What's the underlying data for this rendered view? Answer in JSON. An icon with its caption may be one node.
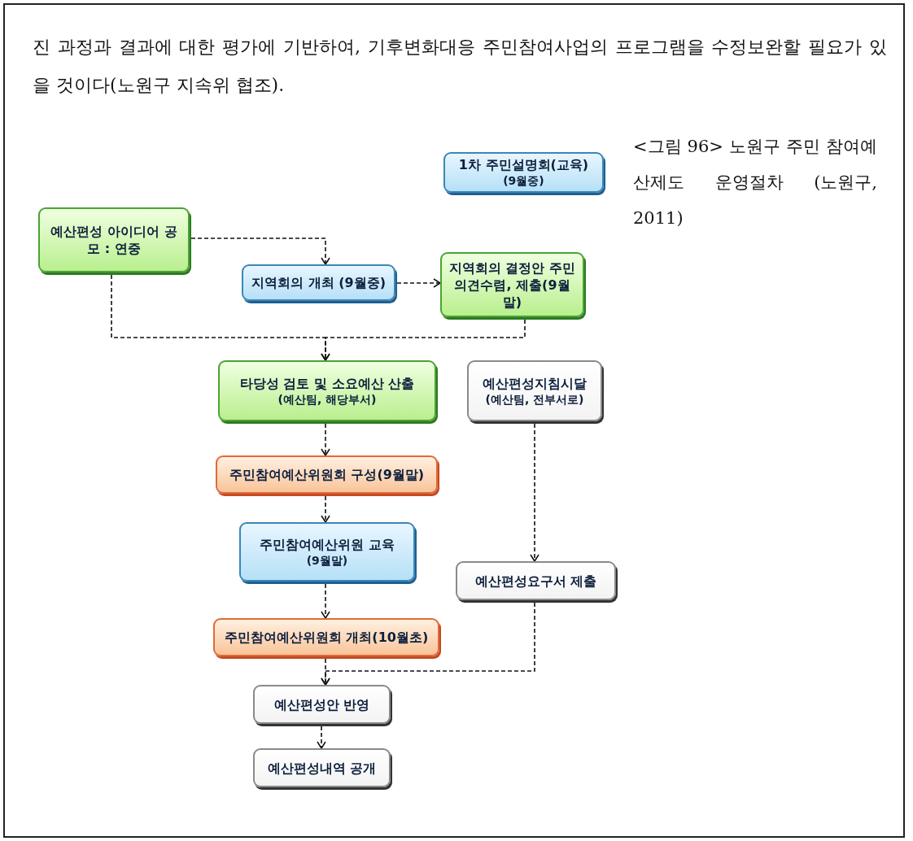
{
  "diagram": {
    "caption": "<그림 96> 노원구 주민 참여예산제도 운영절차 (노원구, 2011)",
    "nodes": [
      {
        "text": [
          "1차 주민설명회(교육)",
          "(9월중)"
        ]
      },
      {
        "text": [
          "예산편성 아이디어 공모 : 연중"
        ]
      },
      {
        "text": [
          "지역회의 개최 (9월중)"
        ]
      },
      {
        "text": [
          "지역회의 결정안 주민 의견수렴, 제출(9월말)"
        ]
      },
      {
        "text": [
          "타당성 검토 및 소요예산 산출",
          "(예산팀, 해당부서)"
        ]
      },
      {
        "text": [
          "예산편성지침시달",
          "(예산팀, 전부서로)"
        ]
      },
      {
        "text": [
          "주민참여예산위원회 구성(9월말)"
        ]
      },
      {
        "text": [
          "주민참여예산위원 교육",
          "(9월말)"
        ]
      },
      {
        "text": [
          "예산편성요구서 제출"
        ]
      },
      {
        "text": [
          "주민참여예산위원회 개최(10월초)"
        ]
      },
      {
        "text": [
          "예산편성안 반영"
        ]
      },
      {
        "text": [
          "예산편성내역 공개"
        ]
      }
    ],
    "edges": [
      {
        "from": 1,
        "to": 2,
        "arrow": "to",
        "style": "dashed"
      },
      {
        "from": 2,
        "to": 3,
        "arrow": "to",
        "style": "dashed"
      },
      {
        "from": 1,
        "to": 4,
        "arrow": "to",
        "style": "dashed"
      },
      {
        "from": 3,
        "to": 4,
        "arrow": "to",
        "style": "dashed"
      },
      {
        "from": 4,
        "to": 6,
        "arrow": "to",
        "style": "dashed"
      },
      {
        "from": 6,
        "to": 7,
        "arrow": "to",
        "style": "dashed"
      },
      {
        "from": 7,
        "to": 9,
        "arrow": "to",
        "style": "dashed"
      },
      {
        "from": 9,
        "to": 10,
        "arrow": "to",
        "style": "dashed"
      },
      {
        "from": 5,
        "to": 8,
        "arrow": "to",
        "style": "dashed"
      },
      {
        "from": 8,
        "to": 10,
        "arrow": "to",
        "style": "dashed"
      },
      {
        "from": 10,
        "to": 11,
        "arrow": "to",
        "style": "dashed"
      }
    ],
    "labels": [
      "진 과정과 결과에 대한 평가에 기반하여, 기후변화대응 주민참여사업의 프로그램을 수정보완할 필요가 있을 것이다(노원구 지속위 협조)."
    ]
  }
}
